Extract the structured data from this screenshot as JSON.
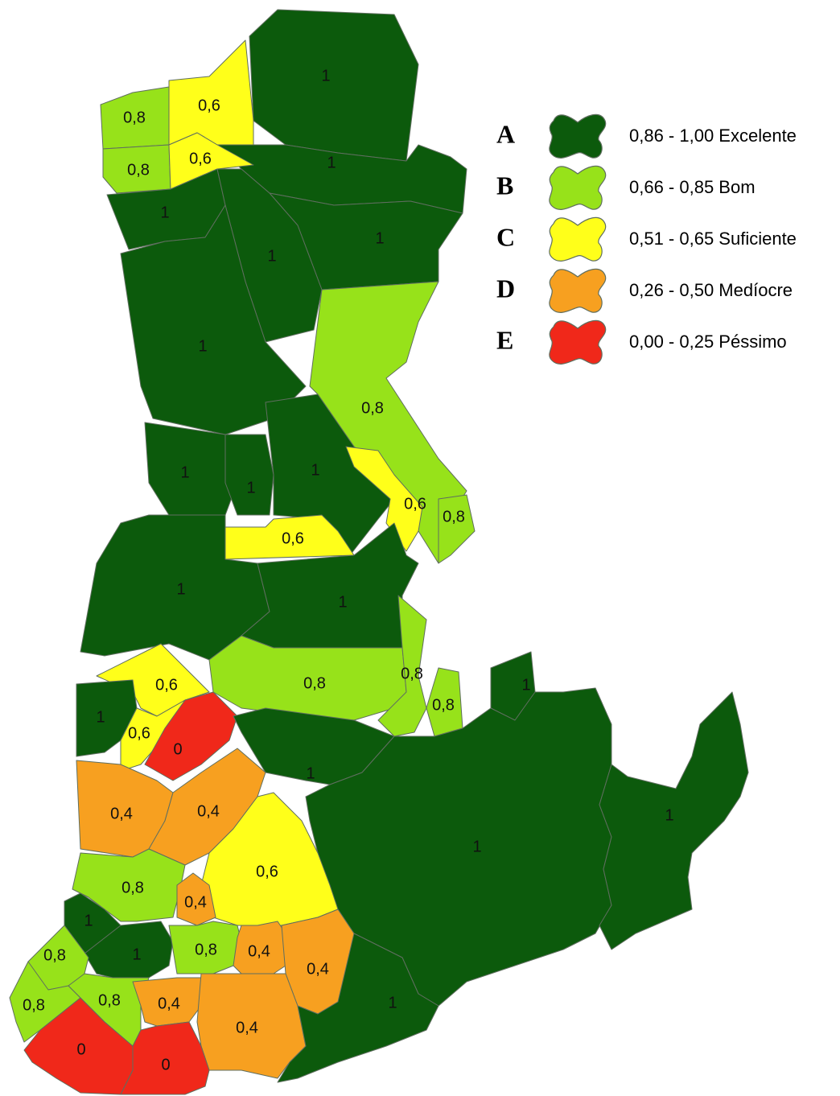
{
  "colors": {
    "A": "#0c5a0c",
    "B": "#97e21a",
    "C": "#ffff1a",
    "D": "#f7a020",
    "E": "#f0281a"
  },
  "legend": [
    {
      "letter": "A",
      "text": "0,86 - 1,00 Excelente",
      "class": "A"
    },
    {
      "letter": "B",
      "text": "0,66 - 0,85 Bom",
      "class": "B"
    },
    {
      "letter": "C",
      "text": "0,51 - 0,65 Suficiente",
      "class": "C"
    },
    {
      "letter": "D",
      "text": "0,26 - 0,50 Medíocre",
      "class": "D"
    },
    {
      "letter": "E",
      "text": "0,00 - 0,25 Péssimo",
      "class": "E"
    }
  ],
  "regions": [
    {
      "id": "r1",
      "value": "1",
      "class": "A"
    },
    {
      "id": "r2",
      "value": "1",
      "class": "A"
    },
    {
      "id": "r3",
      "value": "1",
      "class": "A"
    },
    {
      "id": "r4",
      "value": "0,8",
      "class": "B"
    },
    {
      "id": "r5",
      "value": "0,6",
      "class": "C"
    },
    {
      "id": "r6",
      "value": "0,8",
      "class": "B"
    },
    {
      "id": "r7",
      "value": "0,6",
      "class": "C"
    },
    {
      "id": "r8",
      "value": "1",
      "class": "A"
    },
    {
      "id": "r9",
      "value": "1",
      "class": "A"
    },
    {
      "id": "r10",
      "value": "1",
      "class": "A"
    },
    {
      "id": "r11",
      "value": "0,8",
      "class": "B"
    },
    {
      "id": "r12",
      "value": "1",
      "class": "A"
    },
    {
      "id": "r13",
      "value": "1",
      "class": "A"
    },
    {
      "id": "r14",
      "value": "1",
      "class": "A"
    },
    {
      "id": "r15",
      "value": "0,6",
      "class": "C"
    },
    {
      "id": "r16",
      "value": "0,8",
      "class": "B"
    },
    {
      "id": "r17",
      "value": "0,6",
      "class": "C"
    },
    {
      "id": "r18",
      "value": "1",
      "class": "A"
    },
    {
      "id": "r19",
      "value": "1",
      "class": "A"
    },
    {
      "id": "r20",
      "value": "0,8",
      "class": "B"
    },
    {
      "id": "r21",
      "value": "0,8",
      "class": "B"
    },
    {
      "id": "r22",
      "value": "1",
      "class": "A"
    },
    {
      "id": "r23",
      "value": "0,8",
      "class": "B"
    },
    {
      "id": "r24",
      "value": "0,6",
      "class": "C"
    },
    {
      "id": "r25",
      "value": "1",
      "class": "A"
    },
    {
      "id": "r26",
      "value": "0,6",
      "class": "C"
    },
    {
      "id": "r27",
      "value": "0",
      "class": "E"
    },
    {
      "id": "r28",
      "value": "1",
      "class": "A"
    },
    {
      "id": "r29",
      "value": "0,4",
      "class": "D"
    },
    {
      "id": "r30",
      "value": "0,4",
      "class": "D"
    },
    {
      "id": "r31",
      "value": "1",
      "class": "A"
    },
    {
      "id": "r32",
      "value": "1",
      "class": "A"
    },
    {
      "id": "r33",
      "value": "0,6",
      "class": "C"
    },
    {
      "id": "r34",
      "value": "0,8",
      "class": "B"
    },
    {
      "id": "r35",
      "value": "0,4",
      "class": "D"
    },
    {
      "id": "r36",
      "value": "1",
      "class": "A"
    },
    {
      "id": "r37",
      "value": "1",
      "class": "A"
    },
    {
      "id": "r38",
      "value": "0,8",
      "class": "B"
    },
    {
      "id": "r39",
      "value": "0,8",
      "class": "B"
    },
    {
      "id": "r40",
      "value": "0,4",
      "class": "D"
    },
    {
      "id": "r41",
      "value": "0,4",
      "class": "D"
    },
    {
      "id": "r42",
      "value": "0,8",
      "class": "B"
    },
    {
      "id": "r43",
      "value": "0,8",
      "class": "B"
    },
    {
      "id": "r44",
      "value": "0,4",
      "class": "D"
    },
    {
      "id": "r45",
      "value": "0,4",
      "class": "D"
    },
    {
      "id": "r46",
      "value": "1",
      "class": "A"
    },
    {
      "id": "r47",
      "value": "0",
      "class": "E"
    },
    {
      "id": "r48",
      "value": "0",
      "class": "E"
    }
  ]
}
